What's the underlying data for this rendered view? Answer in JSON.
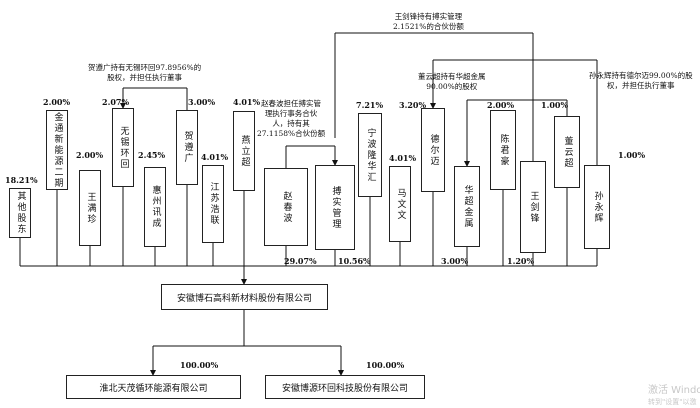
{
  "shareholders": [
    {
      "id": "qita",
      "name": "其他股东",
      "pct": "18.21%"
    },
    {
      "id": "jintong",
      "name": "金通新能源二期",
      "pct": "2.00%"
    },
    {
      "id": "wangmanzhen",
      "name": "王满珍",
      "pct": "2.00%"
    },
    {
      "id": "wuxihuanhui",
      "name": "无锡环回",
      "pct": "2.07%"
    },
    {
      "id": "huizhouxuncheng",
      "name": "惠州讯成",
      "pct": "2.45%"
    },
    {
      "id": "heyuanguang",
      "name": "贺遵广",
      "pct": "3.00%"
    },
    {
      "id": "jiangsuhaolian",
      "name": "江苏浩联",
      "pct": "4.01%"
    },
    {
      "id": "yanlichao",
      "name": "燕立超",
      "pct": "4.01%"
    },
    {
      "id": "zhaochunbo",
      "name": "赵春波",
      "pct": "29.07%"
    },
    {
      "id": "boshiguanli",
      "name": "搏实管理",
      "pct": "10.56%"
    },
    {
      "id": "ningbolonghua",
      "name": "宁波隆华汇",
      "pct": "7.21%"
    },
    {
      "id": "mawenwen",
      "name": "马文文",
      "pct": "4.01%"
    },
    {
      "id": "deerjin",
      "name": "德尔迈",
      "pct": "3.20%"
    },
    {
      "id": "huachaojinshu",
      "name": "华超金属",
      "pct": "3.00%"
    },
    {
      "id": "chenjunhao",
      "name": "陈君豪",
      "pct": "2.00%"
    },
    {
      "id": "wangjianfeng",
      "name": "王剑锋",
      "pct": "1.20%"
    },
    {
      "id": "dongyunchao",
      "name": "董云超",
      "pct": "1.00%"
    },
    {
      "id": "sunyonghui",
      "name": "孙永辉",
      "pct": "1.00%"
    }
  ],
  "company": {
    "name": "安徽博石高科新材料股份有限公司"
  },
  "subsidiaries": [
    {
      "id": "huaibei",
      "name": "淮北天茂循环能源有限公司",
      "pct": "100.00%"
    },
    {
      "id": "anhuiboyuan",
      "name": "安徽博源环回科技股份有限公司",
      "pct": "100.00%"
    }
  ],
  "notes": {
    "heyuanguang_note": [
      "贺遵广持有无锡环回97.8956%的",
      "股权，并担任执行董事"
    ],
    "zhaochunbo_note": [
      "赵春波担任搏实管",
      "理执行事务合伙",
      "人，持有其",
      "27.1158%合伙份额"
    ],
    "wangjianfeng_note": [
      "王剑锋持有搏实管理",
      "2.1521%的合伙份额"
    ],
    "dongyunchao_note": [
      "董云超持有华超金属",
      "90.00%的股权"
    ],
    "sunyonghui_note": [
      "孙永辉持有德尔迈99.00%的股",
      "权，并担任执行董事"
    ]
  },
  "watermark": {
    "line1": "激活 Windo",
    "line2": "转到\"设置\"以激"
  }
}
